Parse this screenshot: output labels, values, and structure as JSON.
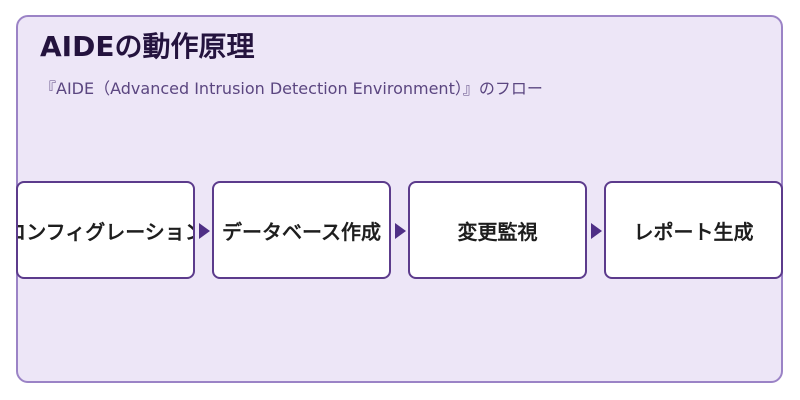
{
  "title": "AIDEの動作原理",
  "subtitle": "『AIDE（Advanced Intrusion Detection Environment）』のフロー",
  "steps": [
    {
      "label": "コンフィグレーション"
    },
    {
      "label": "データベース作成"
    },
    {
      "label": "変更監視"
    },
    {
      "label": "レポート生成"
    }
  ],
  "colors": {
    "panel_background": "#ede6f7",
    "panel_border": "#9b83c6",
    "step_border": "#5c3b8c",
    "arrow": "#4f2f86",
    "title_text": "#24133e"
  }
}
